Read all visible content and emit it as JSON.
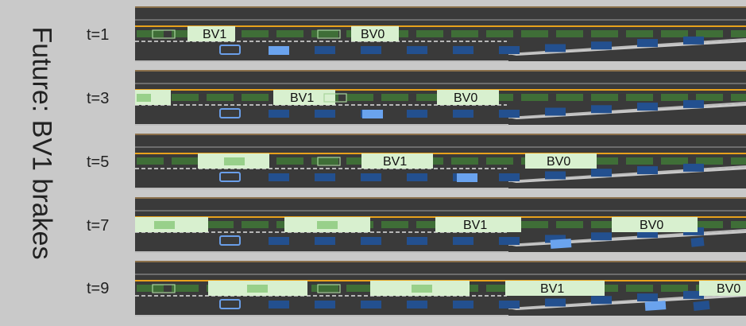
{
  "title": "Future: BV1 brakes",
  "colors": {
    "road": "#3a3a3a",
    "barrier": "#5a5a5a",
    "center_line": "#e8a21c",
    "trail_green": "#3f6e37",
    "highlight": "#d8f0cf",
    "green_box": "#98d08a",
    "ego_outline": "#6a9ee8",
    "blue_dark": "#23508f",
    "blue_light": "#6aa3ee"
  },
  "rows": [
    {
      "label": "t=1",
      "bv1": "BV1",
      "bv0": "BV0"
    },
    {
      "label": "t=3",
      "bv1": "BV1",
      "bv0": "BV0"
    },
    {
      "label": "t=5",
      "bv1": "BV1",
      "bv0": "BV0"
    },
    {
      "label": "t=7",
      "bv1": "BV1",
      "bv0": "BV0"
    },
    {
      "label": "t=9",
      "bv1": "BV1",
      "bv0": "BV0"
    }
  ]
}
